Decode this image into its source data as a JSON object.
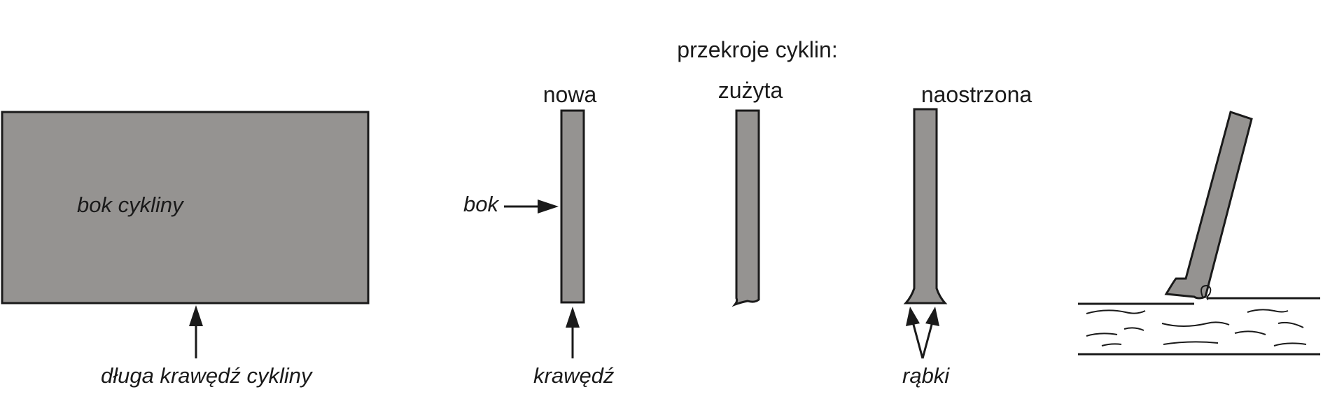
{
  "diagram": {
    "section_title": "przekroje cyklin:",
    "columns": {
      "new": "nowa",
      "worn": "zużyta",
      "sharpened": "naostrzona"
    },
    "labels": {
      "scraper_side": "bok cykliny",
      "long_edge": "długa krawędź cykliny",
      "side": "bok",
      "edge": "krawędź",
      "burrs": "rąbki"
    },
    "colors": {
      "plate_fill": "#959391",
      "stroke": "#1a1a1a"
    }
  }
}
